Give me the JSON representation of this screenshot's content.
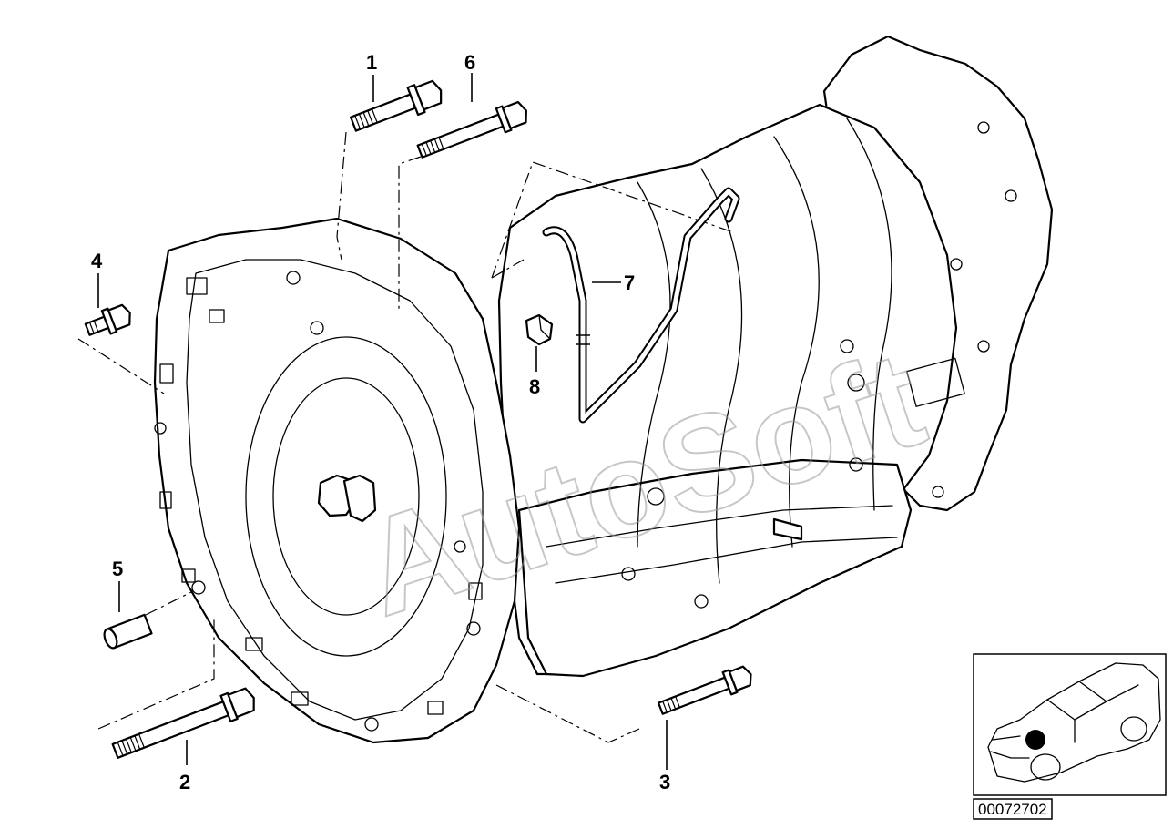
{
  "callouts": {
    "c1": "1",
    "c2": "2",
    "c3": "3",
    "c4": "4",
    "c5": "5",
    "c6": "6",
    "c7": "7",
    "c8": "8"
  },
  "watermark": "AutoSoft",
  "reference_number": "00072702",
  "locator": {
    "marker_color": "#000000"
  }
}
